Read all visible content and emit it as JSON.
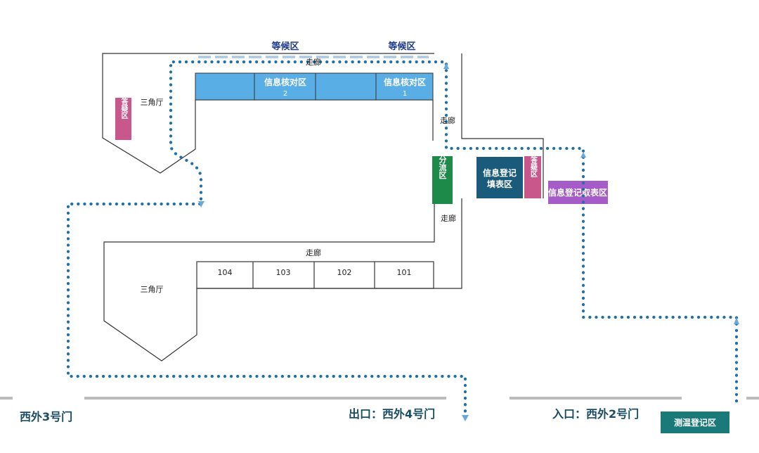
{
  "labels": {
    "waiting_left": "等候区",
    "waiting_right": "等候区",
    "corridor_top": "走廊",
    "corridor_right_upper": "走廊",
    "corridor_right_lower": "走廊",
    "corridor_middle": "走廊",
    "triangle_top": "三角厅",
    "triangle_bottom": "三角厅",
    "consult_left": "咨询答疑区",
    "consult_right": "咨询答疑区",
    "verify_2": "信息核对区",
    "verify_2_num": "2",
    "verify_1": "信息核对区",
    "verify_1_num": "1",
    "number_dispatch": "取号分流区",
    "register_fill_line1": "信息登记",
    "register_fill_line2": "填表区",
    "register_pickup": "信息登记取表区",
    "temp_register": "测温登记区"
  },
  "rooms": [
    "104",
    "103",
    "102",
    "101"
  ],
  "gates": {
    "west3": "西外3号门",
    "exit": "出口：西外4号门",
    "entrance": "入口：西外2号门"
  },
  "colors": {
    "verify_blue": "#5aaee6",
    "consult_pink": "#c8588c",
    "dispatch_green": "#1e8a4a",
    "register_navy": "#1a5a7a",
    "pickup_purple": "#a55cc8",
    "temp_teal": "#1a7a7a",
    "route_blue": "#1f6fa8"
  }
}
